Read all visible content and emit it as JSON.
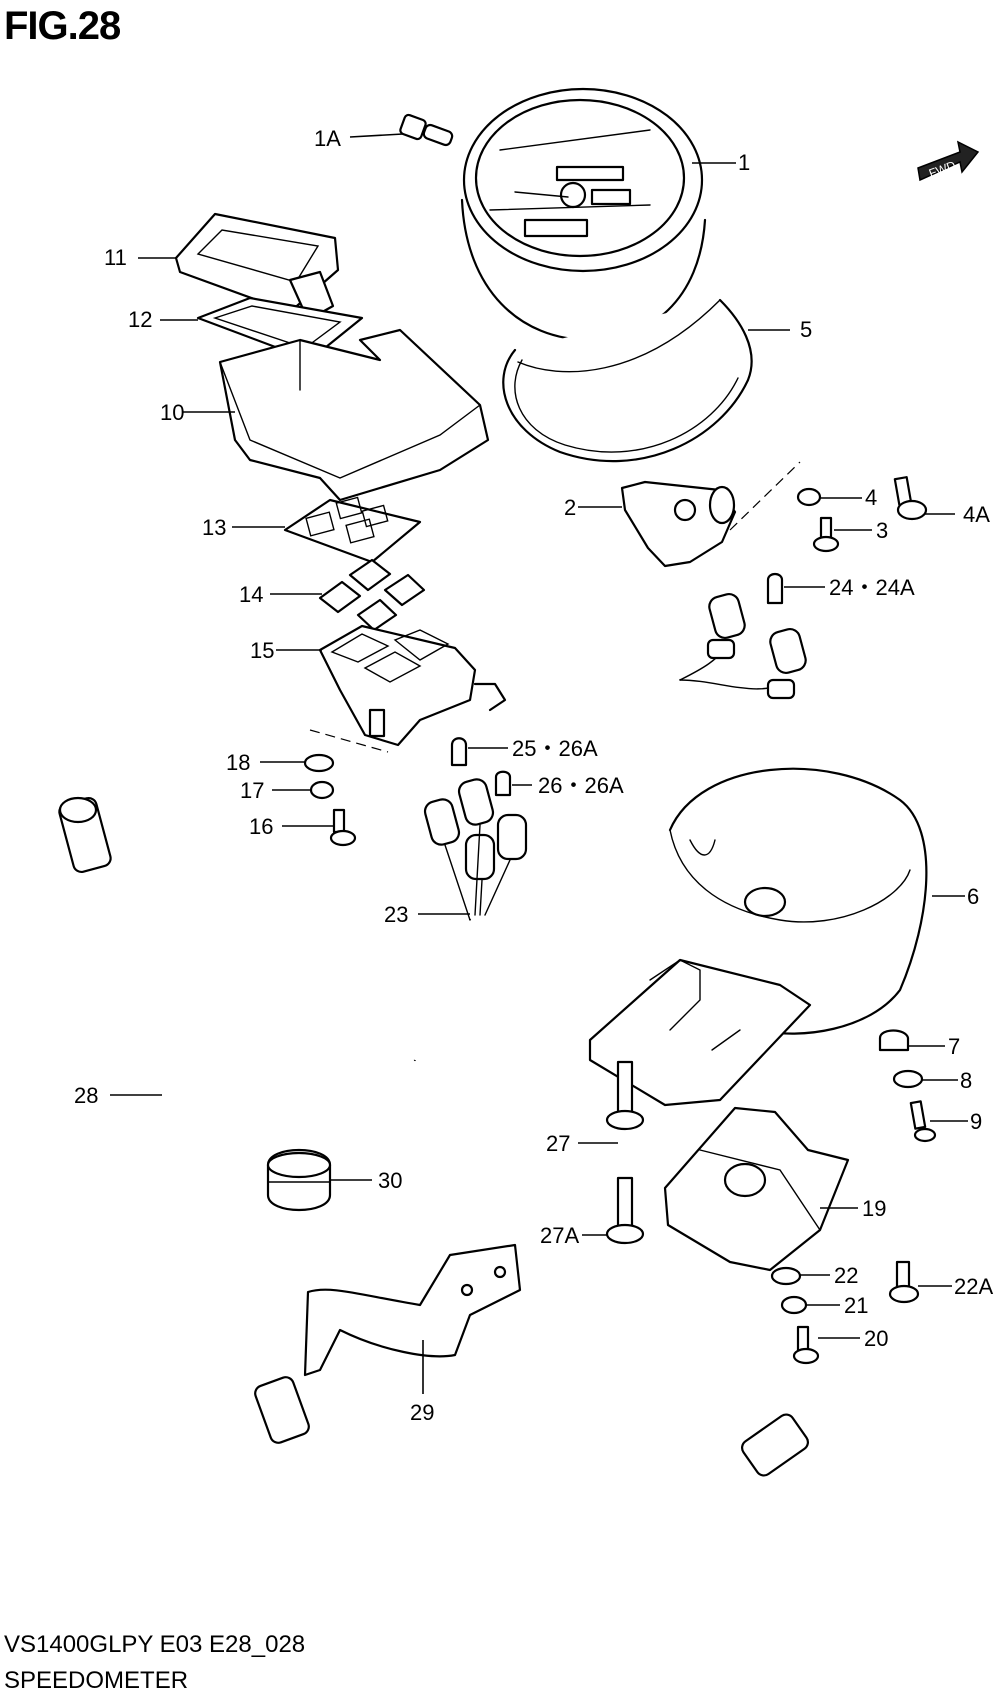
{
  "figure_title": "FIG.28",
  "fwd_badge": "FWD",
  "footer": {
    "model_code": "VS1400GLPY E03 E28_028",
    "section_name": "SPEEDOMETER"
  },
  "callouts": {
    "c1A": "1A",
    "c1": "1",
    "c5": "5",
    "c11": "11",
    "c12": "12",
    "c10": "10",
    "c2": "2",
    "c4": "4",
    "c4A": "4A",
    "c3": "3",
    "c13": "13",
    "c24": "24・24A",
    "c14": "14",
    "c15": "15",
    "c25": "25・26A",
    "c18": "18",
    "c26": "26・26A",
    "c17": "17",
    "c16": "16",
    "c6": "6",
    "c23": "23",
    "c7": "7",
    "c8": "8",
    "c28": "28",
    "c9": "9",
    "c27": "27",
    "c30": "30",
    "c19": "19",
    "c27A": "27A",
    "c22": "22",
    "c22A": "22A",
    "c21": "21",
    "c20": "20",
    "c29": "29"
  }
}
